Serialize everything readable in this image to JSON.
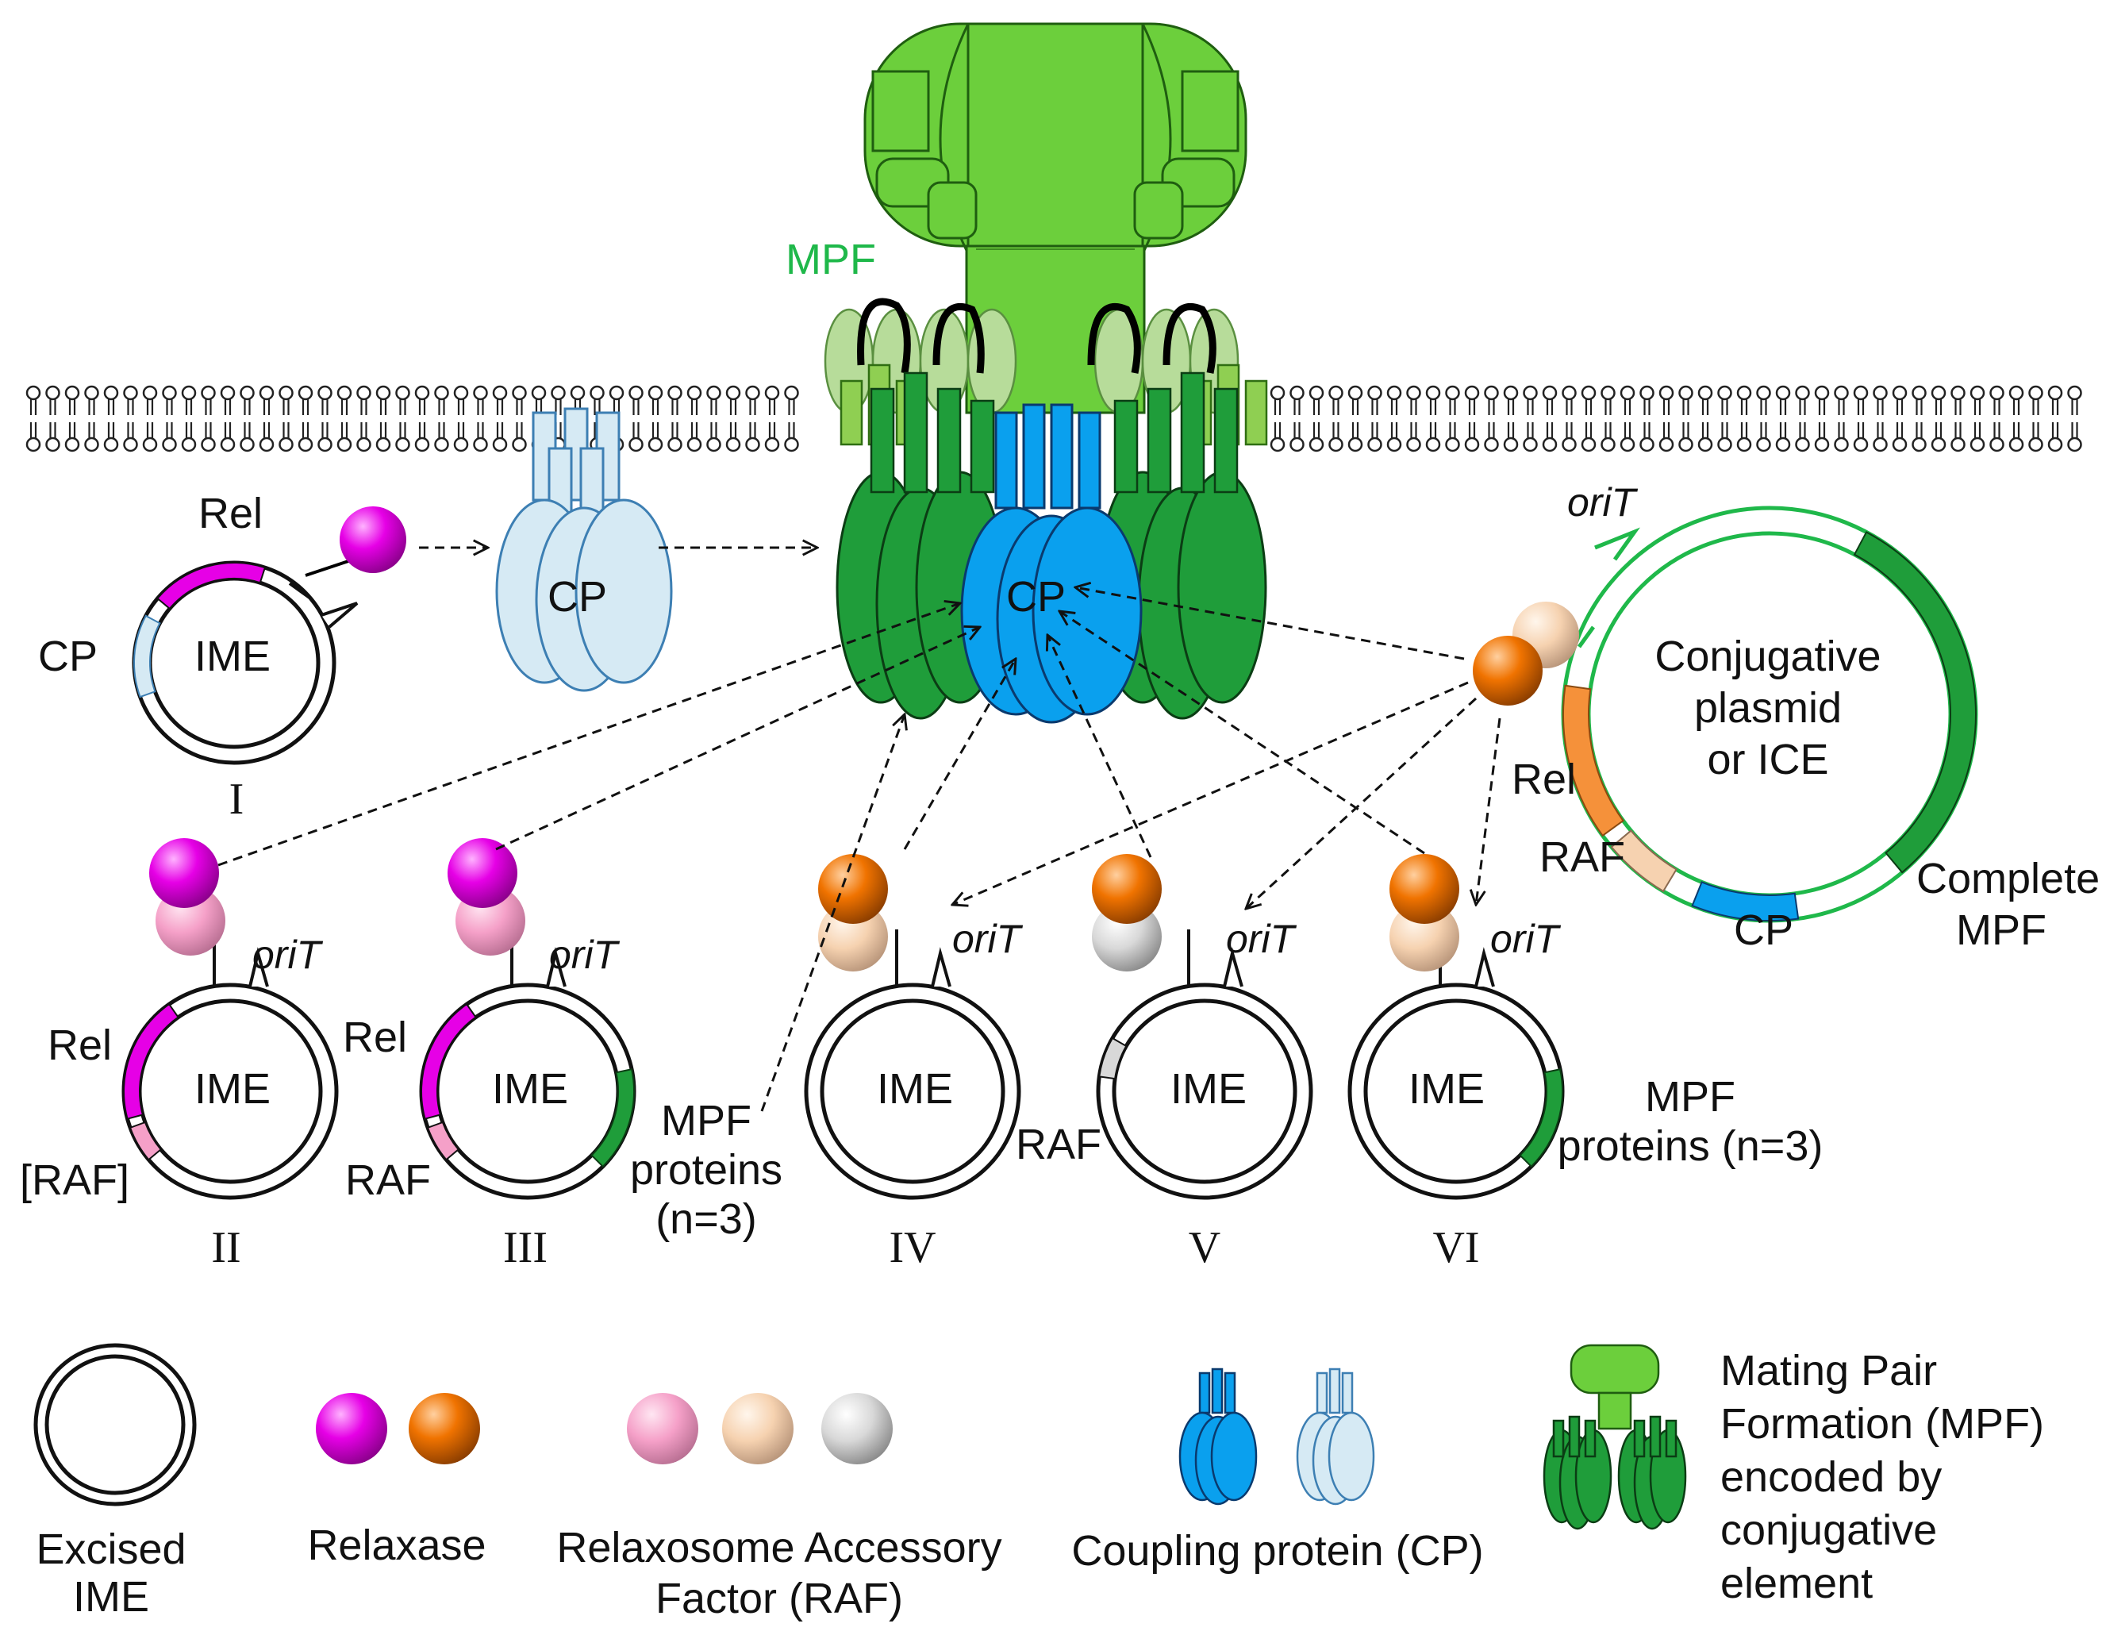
{
  "colors": {
    "relaxase_ime": "#e600e6",
    "relaxase_conj": "#f07300",
    "raf_pink": "#f5a0c8",
    "raf_peach": "#f6d2b0",
    "raf_grey": "#d8d8d8",
    "cp_blue": "#0aa0ee",
    "cp_light": "#d6eaf4",
    "mpf_green": "#6ccf3c",
    "mpf_dark": "#1f9d3a",
    "raf_orange_gene": "#f5913a"
  },
  "labels": {
    "mpf": "MPF",
    "rel": "Rel",
    "cp": "CP",
    "ime": "IME",
    "oriT": "oriT",
    "raf": "RAF",
    "raf_bracket": "[RAF]",
    "mpf_proteins_1": "MPF",
    "mpf_proteins_2": "proteins",
    "mpf_proteins_3": "(n=3)",
    "mpf_proteins_inline": "proteins (n=3)",
    "conj_1": "Conjugative",
    "conj_2": "plasmid",
    "conj_3": "or ICE",
    "complete_1": "Complete",
    "complete_2": "MPF"
  },
  "numerals": [
    "I",
    "II",
    "III",
    "IV",
    "V",
    "VI"
  ],
  "legend": {
    "excised_1": "Excised",
    "excised_2": "IME",
    "relaxase": "Relaxase",
    "raf_1": "Relaxosome Accessory",
    "raf_2": "Factor (RAF)",
    "cp": "Coupling protein (CP)",
    "mpf_1": "Mating Pair",
    "mpf_2": "Formation (MPF)",
    "mpf_3": "encoded by",
    "mpf_4": "conjugative",
    "mpf_5": "element"
  }
}
